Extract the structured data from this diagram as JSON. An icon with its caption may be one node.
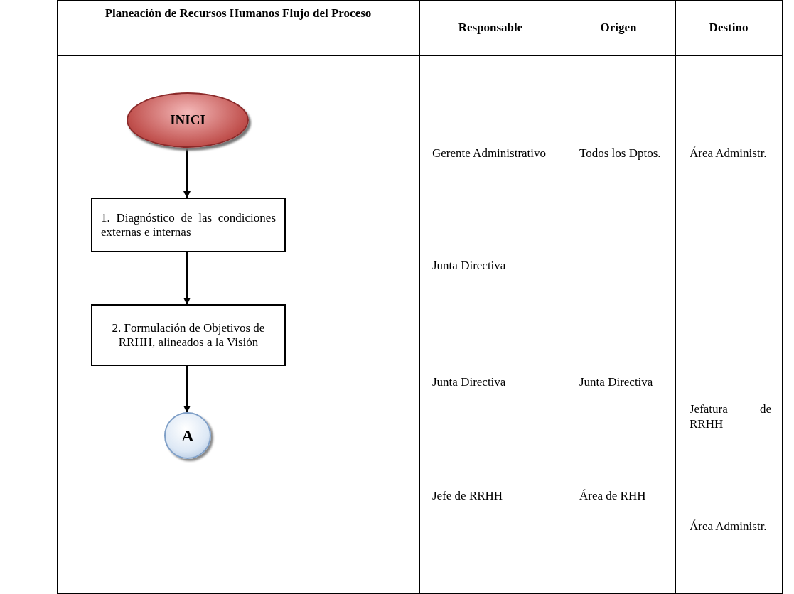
{
  "diagram": {
    "nodes": [
      {
        "text": [
          "INICI"
        ]
      },
      {
        "text": [
          "1. Diagnóstico de las condiciones externas e internas"
        ]
      },
      {
        "text": [
          "2. Formulación de Objetivos de RRHH, alineados a la Visión"
        ]
      },
      {
        "text": [
          "A"
        ]
      }
    ],
    "edges": [
      {
        "from": 0,
        "to": 1,
        "arrow": "to"
      },
      {
        "from": 1,
        "to": 2,
        "arrow": "to"
      },
      {
        "from": 2,
        "to": 3,
        "arrow": "to"
      }
    ],
    "labels": [
      "Planeación de Recursos Humanos Flujo del Proceso",
      "Responsable",
      "Origen",
      "Destino",
      "Gerente Administrativo",
      "Todos los Dptos.",
      "Área Administr.",
      "Junta Directiva",
      "Junta Directiva",
      "Junta Directiva",
      "Jefatura de RRHH",
      "Jefe de RRHH",
      "Área de RHH",
      "Área Administr."
    ]
  }
}
